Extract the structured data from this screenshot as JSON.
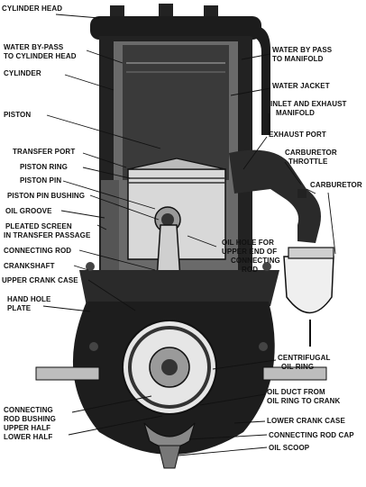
{
  "labels": {
    "cylinder_head": "CYLINDER HEAD",
    "water_bypass_head_1": "WATER BY-PASS",
    "water_bypass_head_2": "TO CYLINDER HEAD",
    "cylinder": "CYLINDER",
    "piston": "PISTON",
    "transfer_port": "TRANSFER PORT",
    "piston_ring": "PISTON RING",
    "piston_pin": "PISTON PIN",
    "piston_pin_bushing": "PISTON PIN BUSHING",
    "oil_groove": "OIL GROOVE",
    "pleated_screen_1": "PLEATED SCREEN",
    "pleated_screen_2": "IN TRANSFER PASSAGE",
    "connecting_rod": "CONNECTING ROD",
    "crankshaft": "CRANKSHAFT",
    "upper_crank_case": "UPPER CRANK CASE",
    "hand_hole_1": "HAND HOLE",
    "hand_hole_2": "PLATE",
    "conrod_bushing_1": "CONNECTING",
    "conrod_bushing_2": "ROD BUSHING",
    "conrod_bushing_3": "UPPER HALF",
    "conrod_bushing_4": "LOWER HALF",
    "water_bypass_manifold_1": "WATER BY PASS",
    "water_bypass_manifold_2": "TO MANIFOLD",
    "water_jacket": "WATER JACKET",
    "inlet_exhaust_1": "INLET AND EXHAUST",
    "inlet_exhaust_2": "MANIFOLD",
    "exhaust_port": "EXHAUST PORT",
    "carb_throttle_1": "CARBURETOR",
    "carb_throttle_2": "THROTTLE",
    "carburetor": "CARBURETOR",
    "oil_hole_1": "OIL HOLE FOR",
    "oil_hole_2": "UPPER END OF",
    "oil_hole_3": "CONNECTING",
    "oil_hole_4": "ROD",
    "centrifugal_1": "CENTRIFUGAL",
    "centrifugal_2": "OIL RING",
    "oil_duct_1": "OIL DUCT FROM",
    "oil_duct_2": "OIL RING TO CRANK",
    "lower_crank_case": "LOWER CRANK CASE",
    "conrod_cap": "CONNECTING ROD CAP",
    "oil_scoop": "OIL SCOOP"
  }
}
